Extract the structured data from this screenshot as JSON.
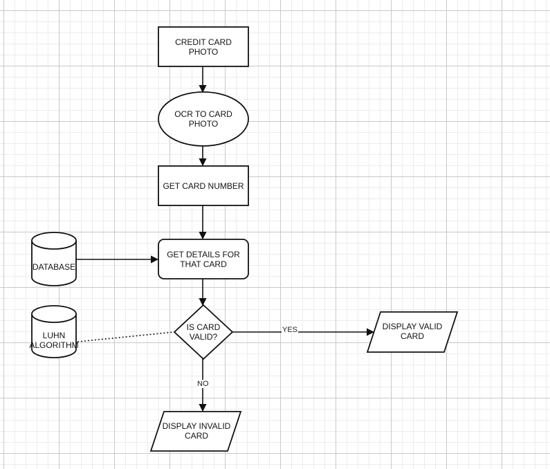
{
  "nodes": {
    "credit_card_photo": "CREDIT CARD\nPHOTO",
    "ocr_to_card_photo": "OCR TO CARD\nPHOTO",
    "get_card_number": "GET CARD NUMBER",
    "get_details": "GET DETAILS FOR\nTHAT CARD",
    "database": "DATABASE",
    "luhn_algorithm": "LUHN\nALGORITHM",
    "is_card_valid": "IS CARD\nVALID?",
    "display_valid_card": "DISPLAY VALID\nCARD",
    "display_invalid_card": "DISPLAY INVALID\nCARD"
  },
  "edges": {
    "yes": "YES",
    "no": "NO"
  },
  "colors": {
    "stroke": "#111111",
    "grid_major": "#c9c9c9",
    "grid_minor": "#ececec"
  }
}
